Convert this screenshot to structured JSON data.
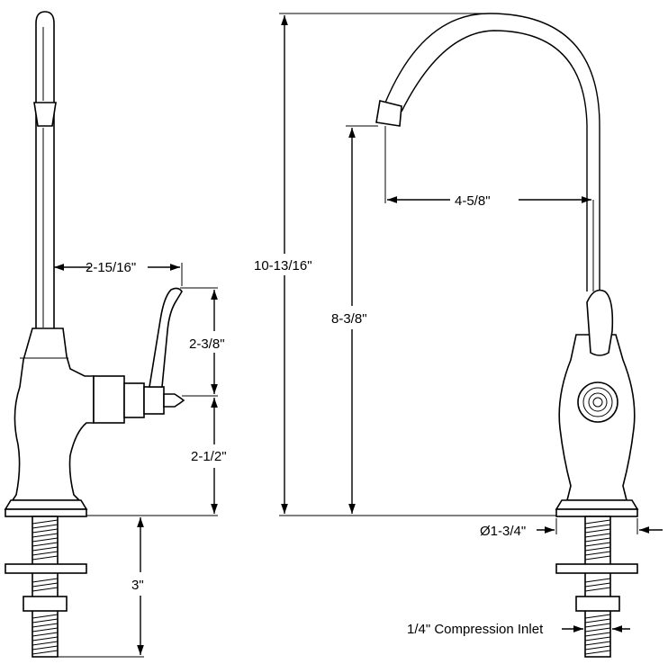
{
  "dimensions": {
    "side_reach": "2-15/16\"",
    "handle_height_upper": "2-3/8\"",
    "handle_height_lower": "2-1/2\"",
    "shank_length": "3\"",
    "overall_height": "10-13/16\"",
    "spout_height": "8-3/8\"",
    "spout_reach": "4-5/8\"",
    "base_diameter": "Ø1-3/4\"",
    "inlet_label": "1/4\" Compression Inlet"
  }
}
